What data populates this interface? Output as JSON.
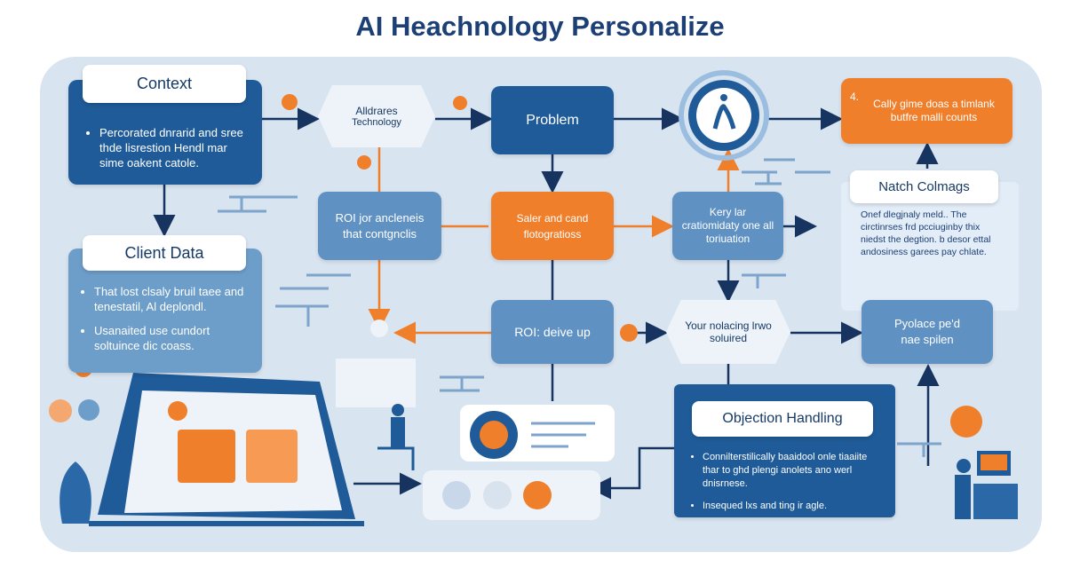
{
  "title": "AI Heachnology Personalize",
  "context": {
    "title": "Context",
    "bullets": [
      "Percorated dnrarid and sree thde lisrestion Hendl mar sime oakent catole."
    ]
  },
  "client_data": {
    "title": "Client Data",
    "bullets": [
      "That lost clsaly bruil taee and tenestatil, Al deplondl.",
      "Usanaited use cundort soltuince dic coass."
    ]
  },
  "tech": {
    "line1": "Alldrares",
    "line2": "Technology"
  },
  "problem": "Problem",
  "roi_box": "ROI jor ancleneis that contgnclis",
  "sales_box": "Saler and cand flotogratioss",
  "key_box": "Kery lar cratiomidaty one all toriuation",
  "top_right": {
    "number": "4.",
    "text": "Cally gime doas a timlank butfre malli counts"
  },
  "match": {
    "title": "Natch Colmags",
    "text": "Onef dlegjnaly meld.. The circtinrses frd pcciuginby thix niedst the degtion. b desor ettal andosiness garees pay chlate."
  },
  "roi_up": "ROI: deive up",
  "your_hex": "Your nolacing lrwo soluired",
  "pyolace": "Pyolace pe'd nae spilen",
  "objection": {
    "title": "Objection Handling",
    "bullets": [
      "Connilterstilically baaidool onle tiaaiite thar to ghd plengi anolets ano werl dnisrnese.",
      "Insequed lxs and ting ir agle."
    ]
  },
  "colors": {
    "dark_blue": "#1f5b98",
    "mid_blue": "#5f91c3",
    "orange": "#f07f2c",
    "panel": "#d8e4f0",
    "title": "#1c3f75"
  }
}
